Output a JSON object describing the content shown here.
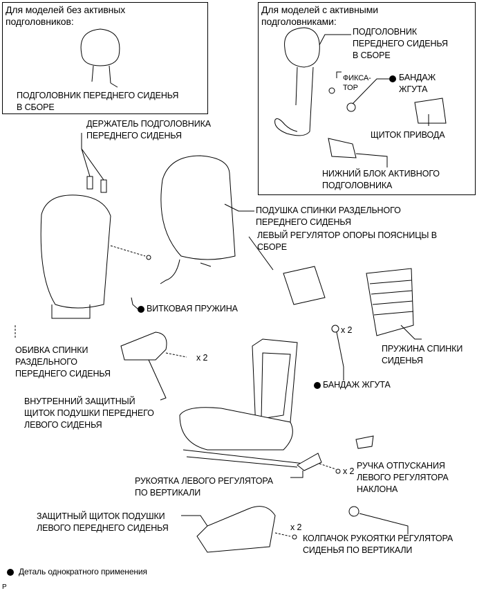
{
  "box_without_active": {
    "title": [
      "Для моделей без активных",
      "подголовников:"
    ],
    "headrest": [
      "ПОДГОЛОВНИК ПЕРЕДНЕГО СИДЕНЬЯ",
      "В СБОРЕ"
    ]
  },
  "box_with_active": {
    "title": [
      "Для моделей с активными",
      "подголовниками:"
    ],
    "headrest": [
      "ПОДГОЛОВНИК",
      "ПЕРЕДНЕГО СИДЕНЬЯ",
      "В СБОРЕ"
    ],
    "clip": [
      "ФИКСА-",
      "ТОР"
    ],
    "wire_harness_clamp": [
      "БАНДАЖ",
      "ЖГУТА"
    ],
    "actuator_cover": [
      "ЩИТОК ПРИВОДА"
    ],
    "lower_active_headrest": [
      "НИЖНИЙ БЛОК АКТИВНОГО",
      "ПОДГОЛОВНИКА"
    ]
  },
  "labels": {
    "headrest_support": [
      "ДЕРЖАТЕЛЬ ПОДГОЛОВНИКА",
      "ПЕРЕДНЕГО СИДЕНЬЯ"
    ],
    "seatback_pad": [
      "ПОДУШКА СПИНКИ РАЗДЕЛЬНОГО",
      "ПЕРЕДНЕГО СИДЕНЬЯ"
    ],
    "lumbar_support": [
      "ЛЕВЫЙ РЕГУЛЯТОР ОПОРЫ ПОЯСНИЦЫ В",
      "СБОРЕ"
    ],
    "coil_spring": [
      "ВИТКОВАЯ ПРУЖИНА"
    ],
    "seatback_spring": [
      "ПРУЖИНА СПИНКИ",
      "СИДЕНЬЯ"
    ],
    "seatback_cover": [
      "ОБИВКА СПИНКИ",
      "РАЗДЕЛЬНОГО",
      "ПЕРЕДНЕГО СИДЕНЬЯ"
    ],
    "harness_clamp": [
      "БАНДАЖ ЖГУТА"
    ],
    "inner_shield": [
      "ВНУТРЕННИЙ ЗАЩИТНЫЙ",
      "ЩИТОК ПОДУШКИ ПЕРЕДНЕГО",
      "ЛЕВОГО СИДЕНЬЯ"
    ],
    "recliner_knob": [
      "РУЧКА ОТПУСКАНИЯ",
      "ЛЕВОГО РЕГУЛЯТОРА",
      "НАКЛОНА"
    ],
    "vertical_handle": [
      "РУКОЯТКА ЛЕВОГО РЕГУЛЯТОРА",
      "ПО ВЕРТИКАЛИ"
    ],
    "cushion_shield": [
      "ЗАЩИТНЫЙ ЩИТОК ПОДУШКИ",
      "ЛЕВОГО ПЕРЕДНЕГО СИДЕНЬЯ"
    ],
    "knob_cap": [
      "КОЛПАЧОК РУКОЯТКИ РЕГУЛЯТОРА",
      "СИДЕНЬЯ ПО ВЕРТИКАЛИ"
    ]
  },
  "quantities": {
    "q1": "x 2",
    "q2": "x 2",
    "q3": "x 2",
    "q4": "x 2"
  },
  "legend": {
    "text": "Деталь однократного применения"
  },
  "footer_code": "P"
}
